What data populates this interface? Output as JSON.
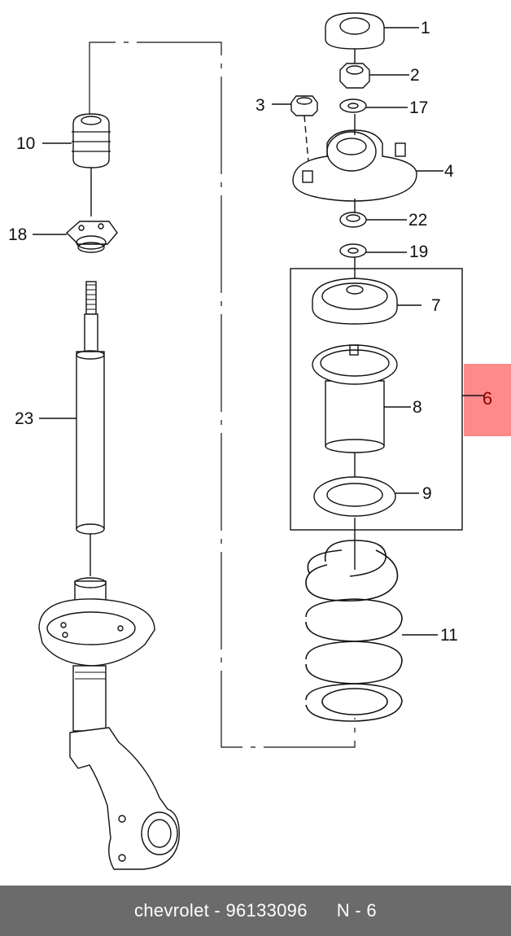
{
  "colors": {
    "highlight": "#ff8a8a",
    "footer_bg": "#6b6b6b",
    "footer_text": "#ffffff",
    "line": "#111111"
  },
  "callouts": {
    "c1": "1",
    "c2": "2",
    "c3": "3",
    "c17": "17",
    "c4": "4",
    "c22": "22",
    "c19": "19",
    "c7": "7",
    "c6": "6",
    "c8": "8",
    "c9": "9",
    "c11": "11",
    "c10": "10",
    "c18": "18",
    "c23": "23"
  },
  "footer": {
    "part_text": "chevrolet - 96133096",
    "ref_text": "N - 6"
  }
}
